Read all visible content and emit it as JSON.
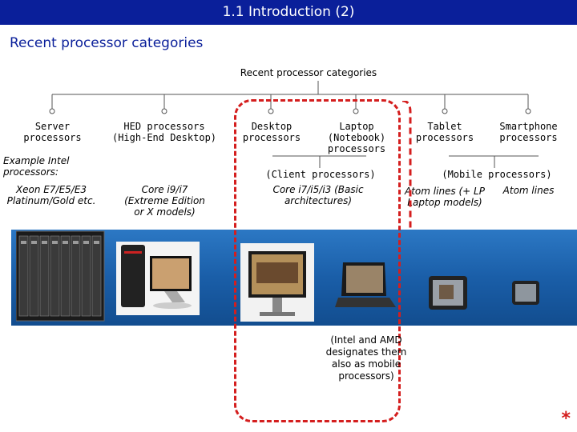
{
  "header": {
    "title": "1.1 Introduction (2)"
  },
  "subtitle": "Recent processor categories",
  "tree": {
    "title": "Recent processor categories",
    "categories": [
      {
        "label": "Server processors"
      },
      {
        "label": "HED processors (High-End Desktop)"
      },
      {
        "label": "Desktop processors"
      },
      {
        "label": "Laptop (Notebook) processors"
      },
      {
        "label": "Tablet processors"
      },
      {
        "label": "Smartphone processors"
      }
    ]
  },
  "groups": {
    "client": "(Client processors)",
    "mobile": "(Mobile processors)"
  },
  "examples": {
    "label": "Example Intel processors:",
    "server": "Xeon E7/E5/E3 Platinum/Gold etc.",
    "hed": "Core i9/i7 (Extreme Edition or X models)",
    "client": "Core i7/i5/i3 (Basic architectures)",
    "tablet": "Atom lines (+ LP Laptop models)",
    "smartphone": "Atom lines"
  },
  "mobile_note": "(Intel and AMD designates them also as mobile processors)",
  "icons": [
    "server-rack-icon",
    "hed-desktop-icon",
    "all-in-one-desktop-icon",
    "laptop-icon",
    "tablet-icon",
    "smartphone-icon"
  ],
  "colors": {
    "header_bg": "#0a1f9a",
    "accent_red": "#d41e1e",
    "band_blue": "#1a5ea8"
  },
  "footer": {
    "star": "*"
  }
}
